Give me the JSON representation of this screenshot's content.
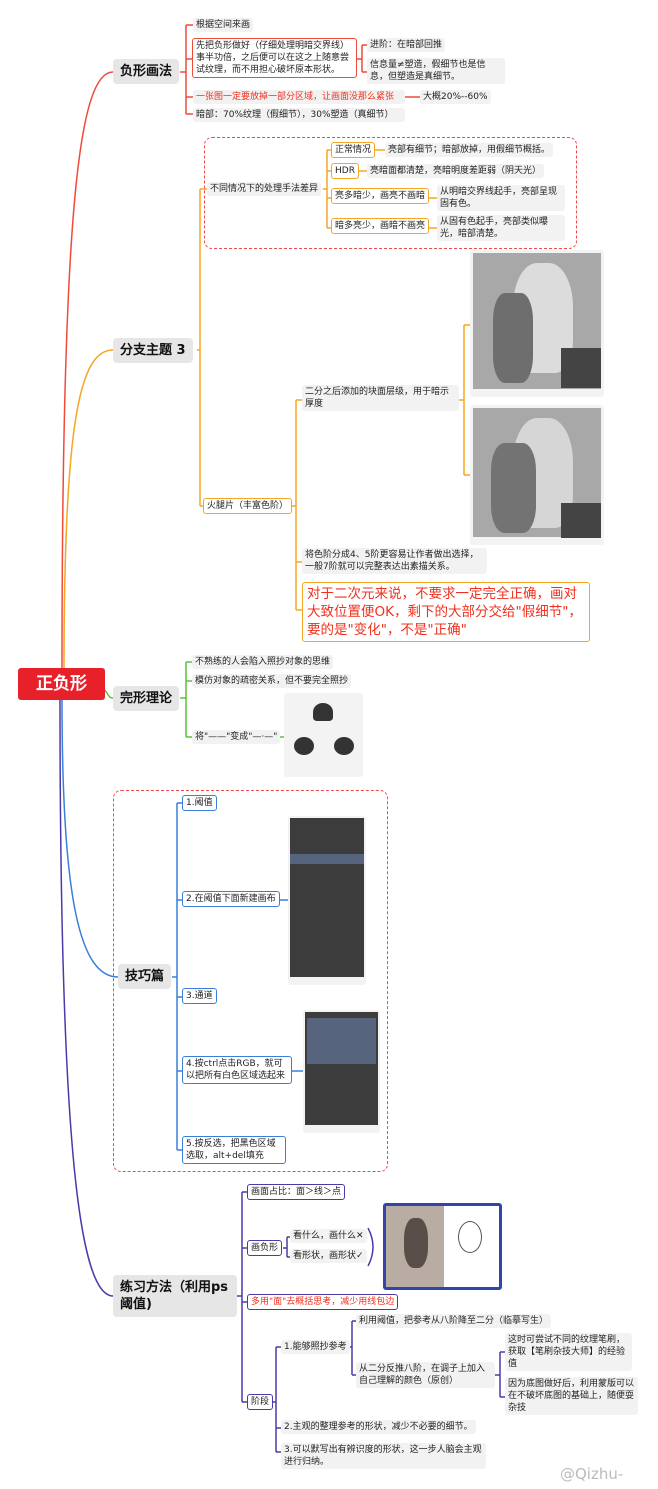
{
  "root": {
    "label": "正负形"
  },
  "colors": {
    "root": "#e8202a",
    "branch1": "#f04a3a",
    "branch2": "#f5a623",
    "branch3": "#5cc13a",
    "branch4": "#3a7fd9",
    "branch5": "#4b3aa8",
    "highlight": "#f0301e"
  },
  "branch1": {
    "title": "负形画法",
    "items": [
      "根据空间来画",
      "先把负形做好（仔细处理明暗交界线）事半功倍，之后便可以在这之上随意尝试纹理，而不用担心破坏原本形状。",
      "一张图一定要放掉一部分区域，让画面没那么紧张",
      "暗部：70%纹理（假细节），30%塑造（真细节）"
    ],
    "sub": [
      "进阶：在暗部回推",
      "信息量≠塑造，假细节也是信息，但塑造是真细节。"
    ],
    "percent_note": "大概20%--60%"
  },
  "branch2": {
    "title": "分支主题 3",
    "situations_label": "不同情况下的处理手法差异",
    "situations": [
      {
        "name": "正常情况",
        "desc": "亮部有细节；暗部放掉，用假细节概括。"
      },
      {
        "name": "HDR",
        "desc": "亮暗面都清楚，亮暗明度差距弱（阴天光）"
      },
      {
        "name": "亮多暗少，画亮不画暗",
        "desc": "从明暗交界线起手，亮部呈现固有色。"
      },
      {
        "name": "暗多亮少，画暗不画亮",
        "desc": "从固有色起手，亮部类似曝光，暗部清楚。"
      }
    ],
    "ham_label": "火腿片（丰富色阶）",
    "ham_items": [
      "二分之后添加的块面层级，用于暗示厚度",
      "将色阶分成4、5阶更容易让作者做出选择，一般7阶就可以完整表达出素描关系。",
      "对于二次元来说，不要求一定完全正确，画对大致位置便OK，剩下的大部分交给\"假细节\"，要的是\"变化\"，不是\"正确\""
    ]
  },
  "branch3": {
    "title": "完形理论",
    "items": [
      "不熟练的人会陷入照抄对象的思维",
      "模仿对象的疏密关系，但不要完全照抄",
      "将\"——\"变成\"—·—\""
    ]
  },
  "branch4": {
    "title": "技巧篇",
    "steps": [
      "1.阈值",
      "2.在阈值下面新建画布",
      "3.通道",
      "4.按ctrl点击RGB，就可以把所有白色区域选起来",
      "5.按反选，把黑色区域选取，alt+del填充"
    ]
  },
  "branch5": {
    "title": "练习方法（利用ps阈值)",
    "ratio": "画面占比：面＞线＞点",
    "negative_label": "画负形",
    "negative_items": [
      "看什么，画什么✕",
      "看形状，画形状✓"
    ],
    "tip": "多用\"面\"去概括思考，减少用线包边",
    "stage_label": "阶段",
    "stage1": "1.能够照抄参考",
    "stage1_items": [
      "利用阈值，把参考从八阶降至二分（临摹写生）",
      "从二分反推八阶，在调子上加入自己理解的颜色（原创）"
    ],
    "stage1_sub": [
      "这时可尝试不同的纹理笔刷，获取【笔刷杂技大师】的经验值",
      "因为底图做好后，利用蒙版可以在不破坏底图的基础上，随便耍杂技"
    ],
    "stage2": "2.主观的整理参考的形状，减少不必要的细节。",
    "stage3": "3.可以默写出有辨识度的形状，这一步人脑会主观进行归纳。"
  },
  "watermark": "@Qizhu-"
}
